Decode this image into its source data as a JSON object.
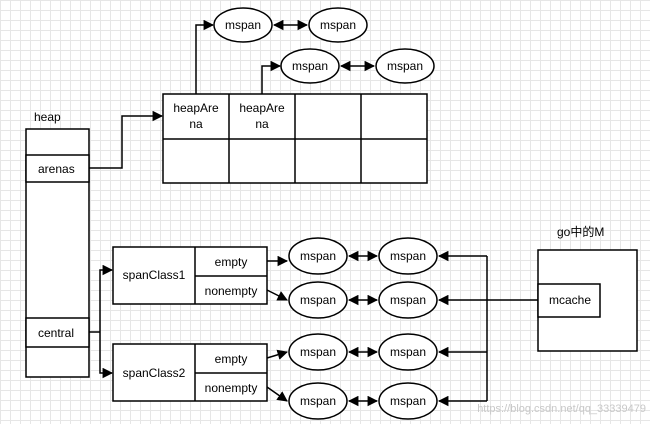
{
  "heap": {
    "title": "heap",
    "arenas_label": "arenas",
    "central_label": "central"
  },
  "heap_arenas": {
    "cell1": [
      "heapAre",
      "na"
    ],
    "cell2": [
      "heapAre",
      "na"
    ]
  },
  "mspan_label": "mspan",
  "span_classes": [
    {
      "label": "spanClass1",
      "empty": "empty",
      "nonempty": "nonempty"
    },
    {
      "label": "spanClass2",
      "empty": "empty",
      "nonempty": "nonempty"
    }
  ],
  "go_m": {
    "title": "go中的M",
    "mcache_label": "mcache"
  },
  "watermark": "https://blog.csdn.net/qq_33339479"
}
